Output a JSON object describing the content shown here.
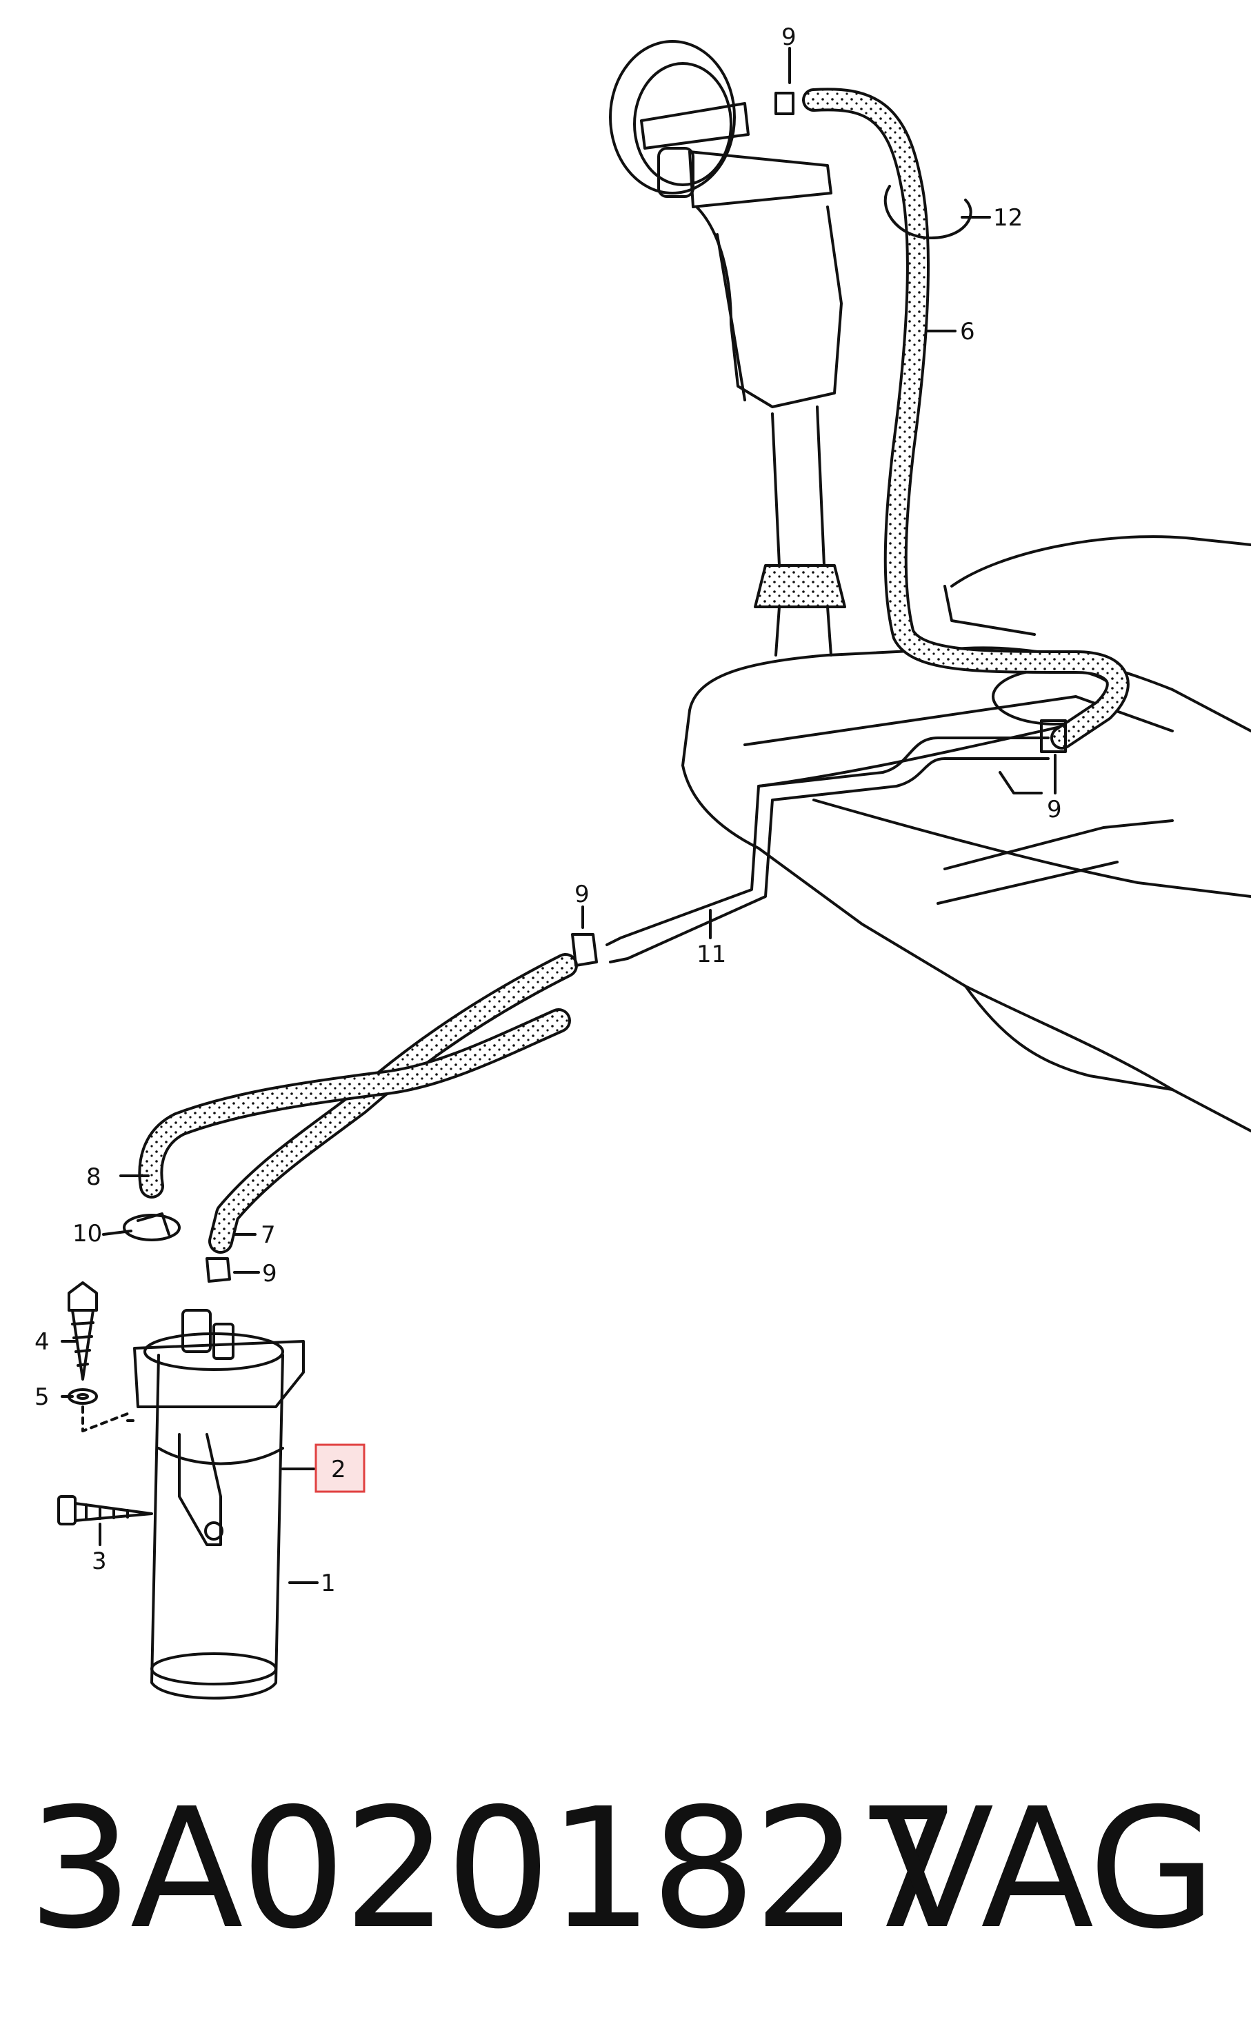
{
  "callouts": {
    "c1": "1",
    "c2": "2",
    "c3": "3",
    "c4": "4",
    "c5": "5",
    "c6": "6",
    "c7": "7",
    "c8": "8",
    "c9a": "9",
    "c9b": "9",
    "c9c": "9",
    "c9d": "9",
    "c10": "10",
    "c11": "11",
    "c12": "12"
  },
  "highlight": {
    "callout": "2",
    "color": "#e04040"
  },
  "footer": {
    "part_number": "3A0201827",
    "brand": "VAG"
  },
  "colors": {
    "line": "#111111",
    "background": "#ffffff"
  }
}
